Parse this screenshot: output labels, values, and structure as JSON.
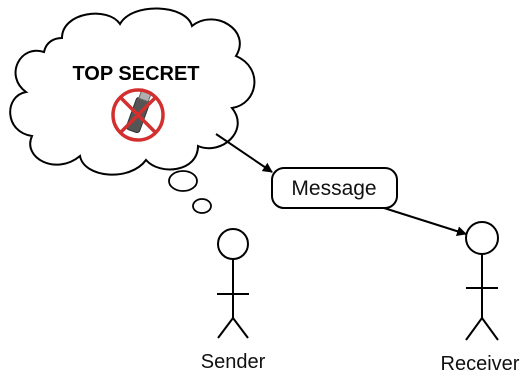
{
  "diagram": {
    "cloud_text": "TOP SECRET",
    "message_label": "Message",
    "sender_label": "Sender",
    "receiver_label": "Receiver",
    "icon": "prohibited-usb-drive-icon",
    "colors": {
      "stroke": "#000000",
      "prohibit": "#d32f2f",
      "usb_body": "#555555",
      "usb_tip": "#b0b0b0",
      "background": "#ffffff"
    }
  }
}
